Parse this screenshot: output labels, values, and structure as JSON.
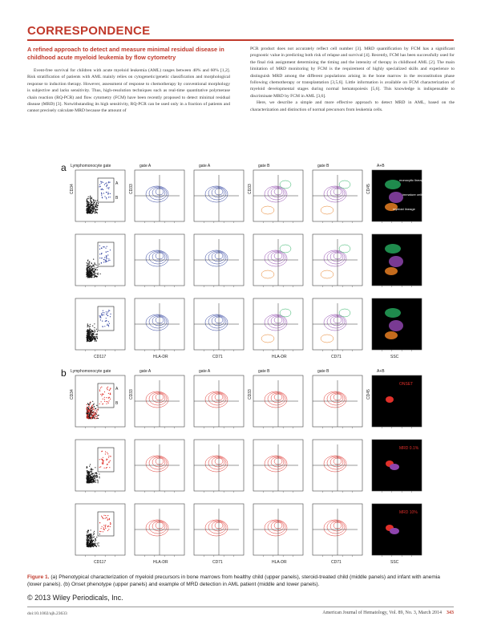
{
  "header": {
    "section": "CORRESPONDENCE"
  },
  "article": {
    "title": "A refined approach to detect and measure minimal residual disease in childhood acute myeloid leukemia by flow cytometry",
    "left_paragraphs": [
      "Event-free survival for children with acute myeloid leukemia (AML) ranges between 40% and 60% [1,2]. Risk stratification of patients with AML mainly relies on cytogenetic/genetic classification and morphological response to induction therapy. However, assessment of response to chemotherapy by conventional morphology is subjective and lacks sensitivity. Thus, high-resolution techniques such as real-time quantitative polymerase chain reaction (RQ-PCR) and flow cytometry (FCM) have been recently proposed to detect minimal residual disease (MRD) [3]. Notwithstanding its high sensitivity, RQ-PCR can be used only in a fraction of patients and cannot precisely calculate MRD because the amount of"
    ],
    "right_paragraphs": [
      "PCR product does not accurately reflect cell number [3]. MRD quantification by FCM has a significant prognostic value in predicting both risk of relapse and survival [4]. Recently, FCM has been successfully used for the final risk assignment determining the timing and the intensity of therapy in childhood AML [2]. The main limitation of MRD monitoring by FCM is the requirement of highly specialized skills and experience to distinguish MRD among the different populations arising in the bone marrow in the reconstitution phase following chemotherapy or transplantation [3,5,6]. Little information is available on FCM characterization of myeloid developmental stages during normal hematopoiesis [5,6]. This knowledge is indispensable to discriminate MRD by FCM in AML [3,6].",
      "Here, we describe a simple and more effective approach to detect MRD in AML, based on the characterization and distinction of normal precursors from leukemia cells."
    ]
  },
  "figure": {
    "panel_a_letter": "a",
    "panel_b_letter": "b",
    "panel_a_titles": [
      "Lymphomonocyte gate",
      "gate A",
      "gate A",
      "gate B",
      "gate B",
      "A+B"
    ],
    "panel_b_titles": [
      "Lymphomonocyte gate",
      "gate A",
      "gate A",
      "gate B",
      "gate B",
      "A+B"
    ],
    "panel_a_xlabels": [
      "CD117",
      "HLA-DR",
      "CD71",
      "HLA-DR",
      "CD71",
      "SSC"
    ],
    "panel_b_xlabels": [
      "CD117",
      "HLA-DR",
      "CD71",
      "HLA-DR",
      "CD71",
      "SSC"
    ],
    "panel_a_ylabels": [
      "CD34",
      "CD33",
      "",
      "CD33",
      "",
      "CD45"
    ],
    "panel_b_ylabels": [
      "CD34",
      "CD33",
      "",
      "CD33",
      "",
      "CD45"
    ],
    "gate_labels": [
      "A",
      "B"
    ],
    "panel_a_annotations": [
      "monocytic lineage",
      "immature cells",
      "myeloid lineage"
    ],
    "panel_b_annotations": [
      "ONSET",
      "MRD 0.1%",
      "MRD 10%"
    ]
  },
  "caption": {
    "label": "Figure 1.",
    "text": "(a) Phenotypical characterization of myeloid precursors in bone marrows from healthy child (upper panels), steroid-treated child (middle panels) and infant with anemia (lower panels). (b) Onset phenotype (upper panels) and example of MRD detection in AML patient (middle and lower panels)."
  },
  "copyright": "© 2013 Wiley Periodicals, Inc.",
  "footer": {
    "doi": "doi:10.1002/ajh.23633",
    "journal": "American Journal of Hematology, Vol. 89, No. 3, March 2014",
    "page": "343"
  },
  "colors": {
    "accent": "#c0392b",
    "dots_black": "#111111",
    "dots_red": "#e0302a",
    "contour_blue": "#2c3e9e",
    "contour_purple": "#8e44ad",
    "contour_orange": "#e67e22",
    "contour_green": "#27ae60"
  }
}
